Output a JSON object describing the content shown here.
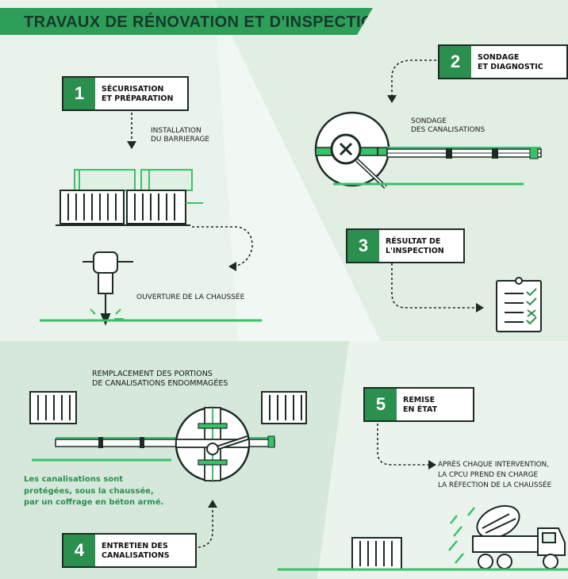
{
  "title": "TRAVAUX DE RÉNOVATION ET D'INSPECTION",
  "colors": {
    "green": "#2b8f4e",
    "bright_green": "#3ac16a",
    "dark": "#1d2b24",
    "panel_light": "#e3efe6",
    "panel_mid": "#d4e6d9"
  },
  "steps": [
    {
      "number": "1",
      "line1": "SÉCURISATION",
      "line2": "ET PRÉPARATION"
    },
    {
      "number": "2",
      "line1": "SONDAGE",
      "line2": "ET DIAGNOSTIC"
    },
    {
      "number": "3",
      "line1": "RÉSULTAT DE",
      "line2": "L'INSPECTION"
    },
    {
      "number": "4",
      "line1": "ENTRETIEN DES",
      "line2": "CANALISATIONS"
    },
    {
      "number": "5",
      "line1": "REMISE",
      "line2": "EN ÉTAT"
    }
  ],
  "labels": {
    "installation": {
      "line1": "INSTALLATION",
      "line2": "DU BARRIERAGE"
    },
    "ouverture": "OUVERTURE DE LA CHAUSSÉE",
    "sondage": {
      "line1": "SONDAGE",
      "line2": "DES CANALISATIONS"
    },
    "remplacement": {
      "line1": "REMPLACEMENT DES PORTIONS",
      "line2": "DE CANALISATIONS ENDOMMAGÉES"
    },
    "apres": {
      "line1": "APRÈS CHAQUE INTERVENTION,",
      "line2": "LA CPCU PREND EN CHARGE",
      "line3": "LA RÉFECTION DE LA CHAUSSÉE"
    }
  },
  "note": {
    "line1": "Les canalisations sont",
    "line2": "protégées, sous la chaussée,",
    "line3": "par un coffrage en béton armé."
  },
  "icons": [
    "barrier-icon",
    "jackhammer-icon",
    "magnifier-icon",
    "checklist-icon",
    "wrench-icon",
    "concrete-mixer-truck-icon"
  ]
}
